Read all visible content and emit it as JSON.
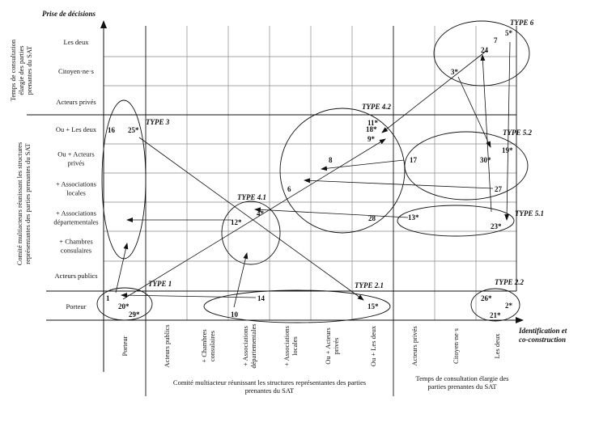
{
  "y_axis_title": "Prise de décisions",
  "x_axis_title_line1": "Identification et",
  "x_axis_title_line2": "co-construction",
  "y_group_top": [
    "Temps de consultation",
    "élargie des parties",
    "prenantes du SAT"
  ],
  "y_group_bottom": [
    "Comité multiacteurs réunissant les structures",
    "représentantes des parties prenantes du SAT"
  ],
  "x_group_bottom": [
    "Comité multiacteur réunissant les structures représentantes des parties",
    "prenantes du SAT"
  ],
  "x_group_right": [
    "Temps de consultation élargie des",
    "parties prenantes du SAT"
  ],
  "y_rows": [
    {
      "id": "les-deux",
      "lines": [
        "Les deux"
      ]
    },
    {
      "id": "citoyens",
      "lines": [
        "Citoyen·ne·s"
      ]
    },
    {
      "id": "acteurs-prives",
      "lines": [
        "Acteurs privés"
      ]
    },
    {
      "id": "ou-les-deux",
      "lines": [
        "Ou + Les deux"
      ]
    },
    {
      "id": "ou-acteurs-prives",
      "lines": [
        "Ou + Acteurs",
        "privés"
      ]
    },
    {
      "id": "assoc-locales",
      "lines": [
        "+ Associations",
        "locales"
      ]
    },
    {
      "id": "assoc-dep",
      "lines": [
        "+ Associations",
        "départementales"
      ]
    },
    {
      "id": "chambres",
      "lines": [
        "+ Chambres",
        "consulaires"
      ]
    },
    {
      "id": "acteurs-publics",
      "lines": [
        "Acteurs publics"
      ]
    },
    {
      "id": "porteur",
      "lines": [
        "Porteur"
      ]
    }
  ],
  "x_cols": [
    {
      "id": "porteur",
      "lines": [
        "Porteur"
      ]
    },
    {
      "id": "acteurs-publics",
      "lines": [
        "Acteurs publics"
      ]
    },
    {
      "id": "chambres",
      "lines": [
        "+ Chambres",
        "consulaires"
      ]
    },
    {
      "id": "assoc-dep",
      "lines": [
        "+ Associations",
        "départementales"
      ]
    },
    {
      "id": "assoc-locales",
      "lines": [
        "+ Associations",
        "locales"
      ]
    },
    {
      "id": "ou-acteurs-prives",
      "lines": [
        "Ou + Acteurs",
        "privés"
      ]
    },
    {
      "id": "ou-les-deux",
      "lines": [
        "Ou + Les deux"
      ]
    },
    {
      "id": "acteurs-prives",
      "lines": [
        "Acteurs privés"
      ]
    },
    {
      "id": "citoyens",
      "lines": [
        "Citoyen·ne·s"
      ]
    },
    {
      "id": "les-deux",
      "lines": [
        "Les deux"
      ]
    }
  ],
  "types": [
    {
      "id": "type-1",
      "label": "TYPE 1"
    },
    {
      "id": "type-2-1",
      "label": "TYPE 2.1"
    },
    {
      "id": "type-2-2",
      "label": "TYPE 2.2"
    },
    {
      "id": "type-3",
      "label": "TYPE 3"
    },
    {
      "id": "type-4-1",
      "label": "TYPE 4.1"
    },
    {
      "id": "type-4-2",
      "label": "TYPE 4.2"
    },
    {
      "id": "type-5-1",
      "label": "TYPE 5.1"
    },
    {
      "id": "type-5-2",
      "label": "TYPE 5.2"
    },
    {
      "id": "type-6",
      "label": "TYPE 6"
    }
  ],
  "cases": [
    {
      "id": "c1",
      "label": "1"
    },
    {
      "id": "c2",
      "label": "2*"
    },
    {
      "id": "c3",
      "label": "3*"
    },
    {
      "id": "c4",
      "label": "4*"
    },
    {
      "id": "c5",
      "label": "5*"
    },
    {
      "id": "c6",
      "label": "6"
    },
    {
      "id": "c7",
      "label": "7"
    },
    {
      "id": "c8",
      "label": "8"
    },
    {
      "id": "c9",
      "label": "9*"
    },
    {
      "id": "c10",
      "label": "10"
    },
    {
      "id": "c11",
      "label": "11*"
    },
    {
      "id": "c12",
      "label": "12*"
    },
    {
      "id": "c13",
      "label": "13*"
    },
    {
      "id": "c14",
      "label": "14"
    },
    {
      "id": "c15",
      "label": "15*"
    },
    {
      "id": "c16",
      "label": "16"
    },
    {
      "id": "c17",
      "label": "17"
    },
    {
      "id": "c18",
      "label": "18*"
    },
    {
      "id": "c19",
      "label": "19*"
    },
    {
      "id": "c20",
      "label": "20*"
    },
    {
      "id": "c21",
      "label": "21*"
    },
    {
      "id": "c23",
      "label": "23*"
    },
    {
      "id": "c24",
      "label": "24"
    },
    {
      "id": "c25",
      "label": "25*"
    },
    {
      "id": "c26",
      "label": "26*"
    },
    {
      "id": "c27",
      "label": "27"
    },
    {
      "id": "c28",
      "label": "28"
    },
    {
      "id": "c29",
      "label": "29*"
    },
    {
      "id": "c30",
      "label": "30*"
    }
  ]
}
